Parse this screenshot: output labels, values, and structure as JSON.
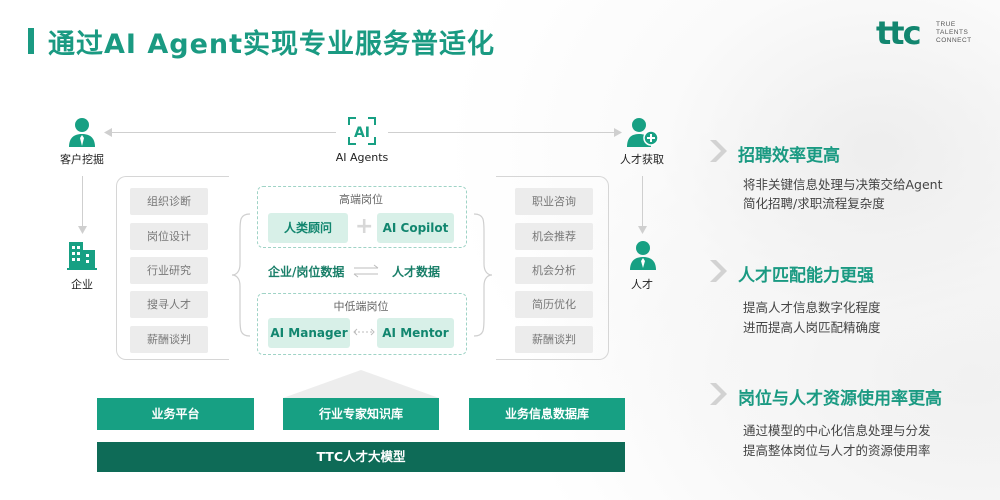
{
  "title": "通过AI Agent实现专业服务普适化",
  "logo": {
    "mark": "ttc",
    "lines": [
      "TRUE",
      "TALENTS",
      "CONNECT"
    ]
  },
  "top": {
    "ai_badge": "AI",
    "ai_label": "AI Agents",
    "left_label": "客户挖掘",
    "right_label": "人才获取",
    "company_label": "企业",
    "talent_label": "人才"
  },
  "left_items": [
    "组织诊断",
    "岗位设计",
    "行业研究",
    "搜寻人才",
    "薪酬谈判"
  ],
  "right_items": [
    "职业咨询",
    "机会推荐",
    "机会分析",
    "简历优化",
    "薪酬谈判"
  ],
  "center": {
    "high_title": "高端岗位",
    "high_left": "人类顾问",
    "high_right": "AI Copilot",
    "mid_left": "企业/岗位数据",
    "mid_right": "人才数据",
    "low_title": "中低端岗位",
    "low_left": "AI Manager",
    "low_right": "AI Mentor"
  },
  "bottom": {
    "bars": [
      "业务平台",
      "行业专家知识库",
      "业务信息数据库"
    ],
    "base": "TTC人才大模型"
  },
  "benefits": [
    {
      "head": "招聘效率更高",
      "lines": [
        "将非关键信息处理与决策交给Agent",
        "简化招聘/求职流程复杂度"
      ]
    },
    {
      "head": "人才匹配能力更强",
      "lines": [
        "提高人才信息数字化程度",
        "进而提高人岗匹配精确度"
      ]
    },
    {
      "head": "岗位与人才资源使用率更高",
      "lines": [
        "通过模型的中心化信息处理与分发",
        "提高整体岗位与人才的资源使用率"
      ]
    }
  ],
  "colors": {
    "brand": "#1a9a82",
    "dark": "#0e6b57",
    "mint": "#d8f0e8"
  }
}
